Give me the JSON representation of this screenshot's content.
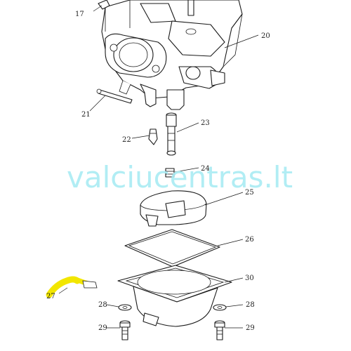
{
  "diagram": {
    "callouts": [
      {
        "id": "17",
        "label": "17"
      },
      {
        "id": "20",
        "label": "20"
      },
      {
        "id": "21",
        "label": "21"
      },
      {
        "id": "22",
        "label": "22"
      },
      {
        "id": "23",
        "label": "23"
      },
      {
        "id": "24",
        "label": "24"
      },
      {
        "id": "25",
        "label": "25"
      },
      {
        "id": "26",
        "label": "26"
      },
      {
        "id": "27",
        "label": "27"
      },
      {
        "id": "28a",
        "label": "28"
      },
      {
        "id": "28b",
        "label": "28"
      },
      {
        "id": "29a",
        "label": "29"
      },
      {
        "id": "29b",
        "label": "29"
      },
      {
        "id": "30",
        "label": "30"
      }
    ]
  },
  "watermark": {
    "text": "valciucentras.lt",
    "color": "#a9ecf3"
  },
  "colors": {
    "line": "#1a1a1a",
    "highlight": "#f2e600",
    "background": "#ffffff"
  }
}
